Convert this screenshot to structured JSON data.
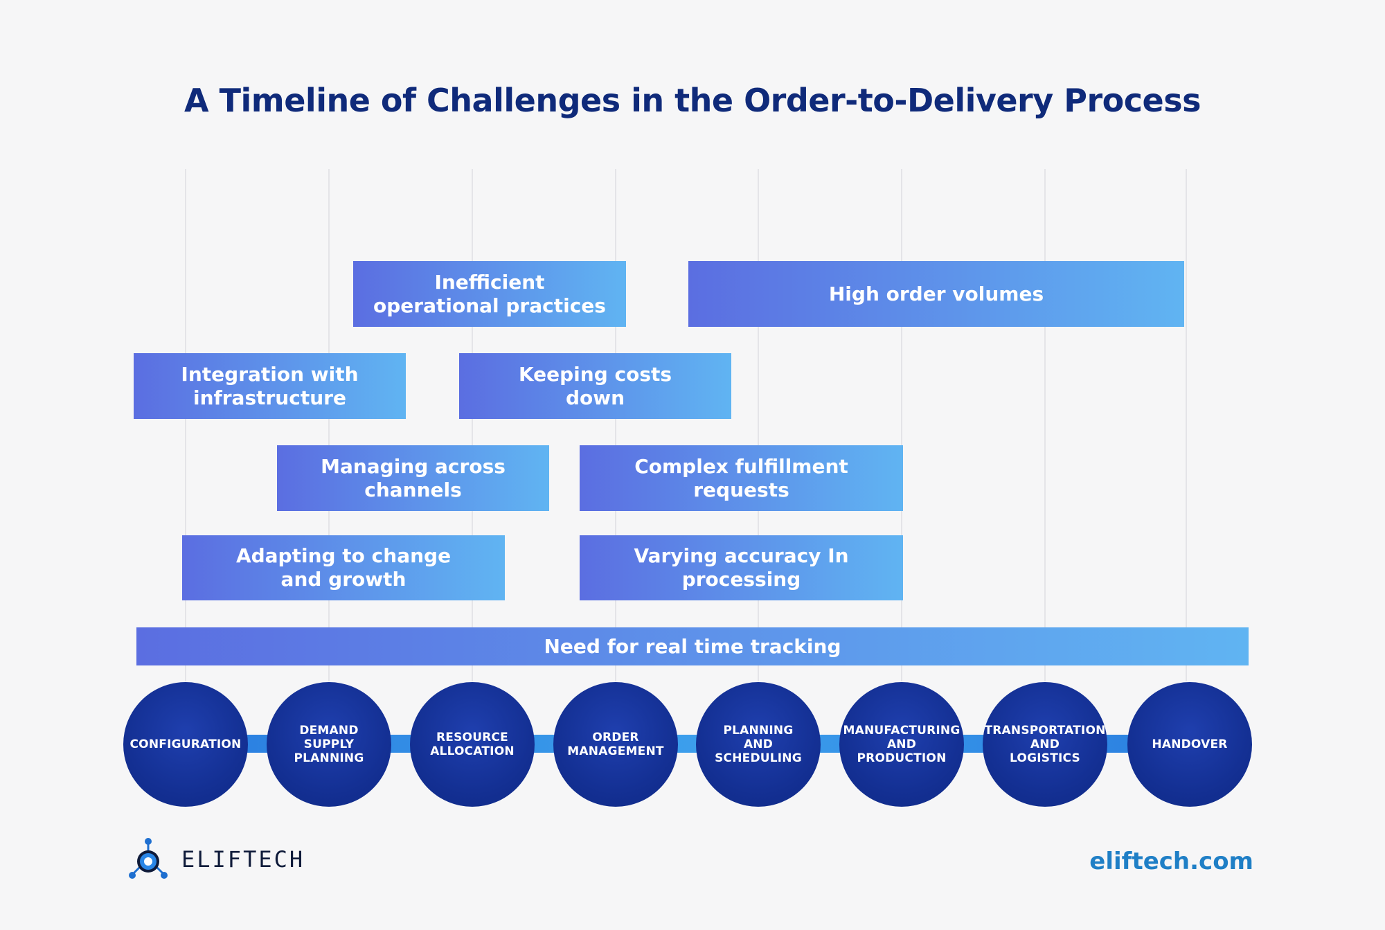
{
  "title": "A Timeline of Challenges in the Order-to-Delivery Process",
  "challenges": {
    "inefficient": "Inefficient\noperational practices",
    "high_volumes": "High order volumes",
    "integration": "Integration with\ninfrastructure",
    "costs": "Keeping costs\ndown",
    "channels": "Managing across\nchannels",
    "fulfillment": "Complex fulfillment\nrequests",
    "adapting": "Adapting to change\nand growth",
    "accuracy": "Varying accuracy In\nprocessing",
    "tracking": "Need for real time tracking"
  },
  "stages": [
    "CONFIGURATION",
    "DEMAND\nSUPPLY\nPLANNING",
    "RESOURCE\nALLOCATION",
    "ORDER\nMANAGEMENT",
    "PLANNING\nAND\nSCHEDULING",
    "MANUFACTURING\nAND\nPRODUCTION",
    "TRANSPORTATION\nAND\nLOGISTICS",
    "HANDOVER"
  ],
  "brand": {
    "logo_text": "ELIFTECH",
    "site": "eliftech.com"
  },
  "colors": {
    "title": "#0f2a7a",
    "bar_start": "#5b6ee1",
    "bar_end": "#60b4f2",
    "stage_circle": "#132f92",
    "site": "#1f7fc6"
  },
  "icons": {
    "logo": "eliftech-molecule-icon"
  }
}
